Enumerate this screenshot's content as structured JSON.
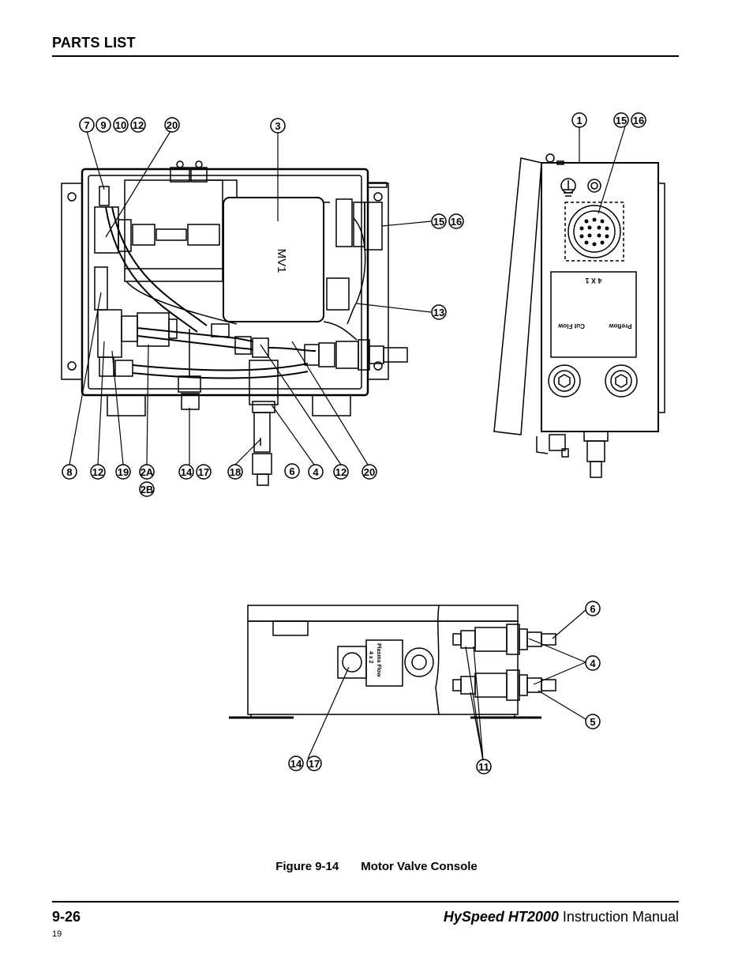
{
  "header": {
    "title": "PARTS LIST"
  },
  "figure": {
    "caption_number": "Figure 9-14",
    "caption_title": "Motor Valve Console",
    "valve_label": "MV1",
    "panel_text": {
      "cable": "4 X 1",
      "preflow": "Preflow",
      "cutflow": "Cut Flow",
      "plasma": "Plasma Flow",
      "cable2": "4 x 2"
    },
    "callouts": {
      "c7": "7",
      "c9": "9",
      "c10": "10",
      "c12a": "12",
      "c20a": "20",
      "c3": "3",
      "c1": "1",
      "c15a": "15",
      "c16a": "16",
      "c15b": "15",
      "c16b": "16",
      "c13": "13",
      "c8": "8",
      "c12b": "12",
      "c19": "19",
      "c2a": "2A",
      "c2b": "2B",
      "c14a": "14",
      "c17a": "17",
      "c18": "18",
      "c6a": "6",
      "c4a": "4",
      "c12c": "12",
      "c20b": "20",
      "c6b": "6",
      "c4b": "4",
      "c5": "5",
      "c14b": "14",
      "c17b": "17",
      "c11": "11"
    }
  },
  "footer": {
    "page_number": "9-26",
    "brand": "HySpeed HT2000",
    "manual": "Instruction Manual",
    "small_number": "19"
  }
}
